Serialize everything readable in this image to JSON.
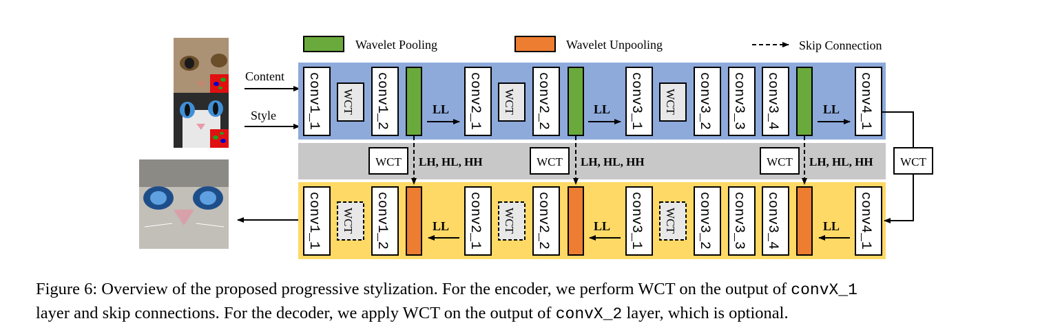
{
  "legend": {
    "pooling": "Wavelet Pooling",
    "unpooling": "Wavelet Unpooling",
    "skip": "Skip Connection"
  },
  "inputs": {
    "content": "Content",
    "style": "Style"
  },
  "encoder_layers": [
    "conv1_1",
    "conv1_2",
    "conv2_1",
    "conv2_2",
    "conv3_1",
    "conv3_2",
    "conv3_3",
    "conv3_4",
    "conv4_1"
  ],
  "decoder_layers": [
    "conv1_1",
    "conv1_2",
    "conv2_1",
    "conv2_2",
    "conv3_1",
    "conv3_2",
    "conv3_3",
    "conv3_4",
    "conv4_1"
  ],
  "labels": {
    "wct": "WCT",
    "ll": "LL",
    "skip_bands": "LH, HL, HH"
  },
  "colors": {
    "encoder_bg": "#8eaadb",
    "skip_bg": "#c8c8c8",
    "decoder_bg": "#ffd966",
    "pooling": "#6aaa3c",
    "unpooling": "#ed7d31"
  },
  "caption": {
    "prefix": "Figure 6: Overview of the proposed progressive stylization. For the encoder, we perform WCT on the output of ",
    "code1": "convX_1",
    "line2_a": "layer and skip connections. For the decoder, we apply WCT on the output of ",
    "code2": "convX_2",
    "line2_b": " layer, which is optional."
  }
}
